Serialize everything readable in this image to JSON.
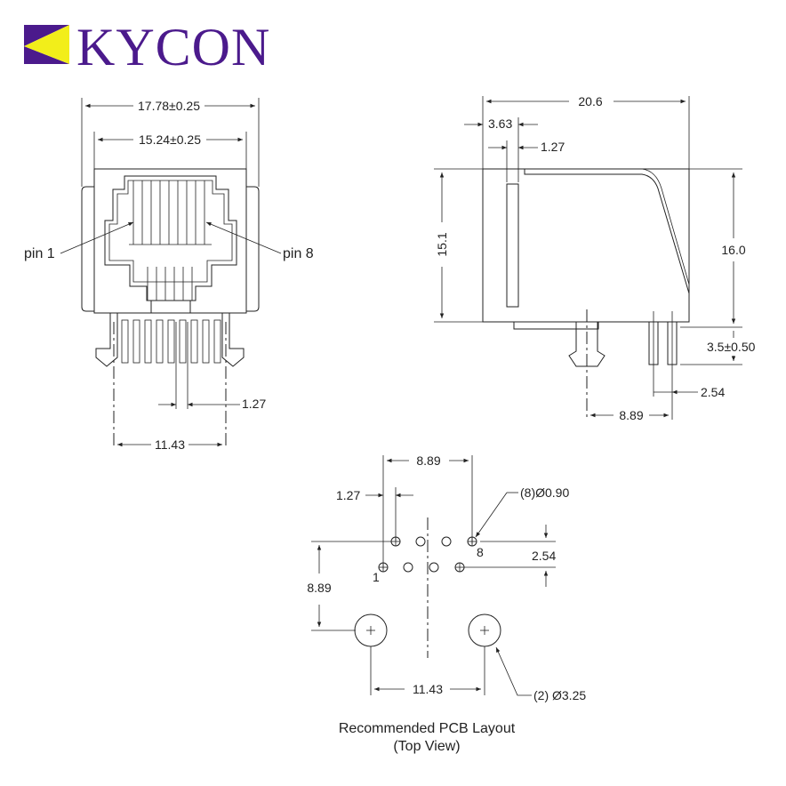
{
  "brand": {
    "name": "KYCON",
    "colors": {
      "purple": "#4b1a8c",
      "yellow": "#f2ee1a",
      "line": "#222222"
    }
  },
  "front_view": {
    "dim_overall_width": "17.78±0.25",
    "dim_inner_width": "15.24±0.25",
    "label_pin1": "pin 1",
    "label_pin8": "pin 8",
    "dim_pin_pitch": "1.27",
    "dim_post_spacing": "11.43"
  },
  "side_view": {
    "dim_length": "20.6",
    "dim_offset": "3.63",
    "dim_pin_offset": "1.27",
    "dim_height": "15.1",
    "dim_total_height": "16.0",
    "dim_pin_length": "3.5±0.50",
    "dim_pin_row_pitch": "2.54",
    "dim_post_to_pin": "8.89"
  },
  "pcb_layout": {
    "dim_row_span": "8.89",
    "dim_pitch": "1.27",
    "dim_hole_spec": "(8)Ø0.90",
    "label_pin8": "8",
    "label_pin1": "1",
    "dim_row_pitch": "2.54",
    "dim_vertical": "8.89",
    "dim_post_spacing": "11.43",
    "dim_post_spec": "(2) Ø3.25",
    "caption_line1": "Recommended PCB Layout",
    "caption_line2": "(Top View)"
  }
}
